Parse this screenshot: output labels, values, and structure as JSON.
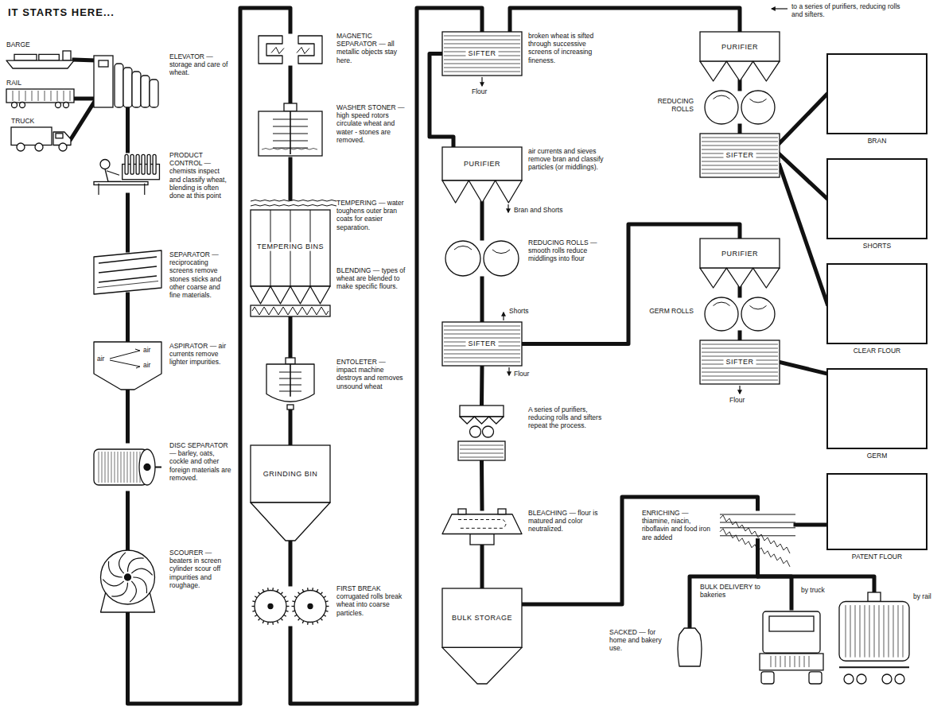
{
  "diagram": {
    "title": "IT STARTS HERE...",
    "nodes": [
      {
        "text": [
          "BARGE"
        ]
      },
      {
        "text": [
          "RAIL"
        ]
      },
      {
        "text": [
          "TRUCK"
        ]
      },
      {
        "text": [
          "ELEVATOR — storage and care of wheat."
        ]
      },
      {
        "text": [
          "PRODUCT CONTROL — chemists inspect and classify wheat, blending is often done at this point"
        ]
      },
      {
        "text": [
          "SEPARATOR — reciprocating screens remove stones sticks and other coarse and fine materials."
        ]
      },
      {
        "text": [
          "ASPIRATOR — air currents remove lighter impurities."
        ]
      },
      {
        "text": [
          "DISC SEPARATOR — barley, oats, cockle and other foreign materials are removed."
        ]
      },
      {
        "text": [
          "SCOURER — beaters in screen cylinder scour off impurities and roughage."
        ]
      },
      {
        "text": [
          "MAGNETIC SEPARATOR — all metallic objects stay here."
        ]
      },
      {
        "text": [
          "WASHER STONER — high speed rotors circulate wheat and water - stones are removed."
        ]
      },
      {
        "text": [
          "TEMPERING BINS",
          "TEMPERING — water toughens outer bran coats for easier separation.",
          "BLENDING — types of wheat are blended to make specific flours."
        ]
      },
      {
        "text": [
          "ENTOLETER — impact machine destroys and removes unsound wheat"
        ]
      },
      {
        "text": [
          "GRINDING BIN"
        ]
      },
      {
        "text": [
          "FIRST BREAK corrugated rolls break wheat into coarse particles."
        ]
      },
      {
        "text": [
          "SIFTER",
          "broken wheat is sifted through successive screens of increasing fineness."
        ]
      },
      {
        "text": [
          "PURIFIER",
          "air currents and sieves remove bran and classify particles (or middlings)."
        ]
      },
      {
        "text": [
          "REDUCING ROLLS — smooth rolls reduce middlings into flour"
        ]
      },
      {
        "text": [
          "SIFTER"
        ]
      },
      {
        "text": [
          "A series of purifiers, reducing rolls and sifters repeat the process."
        ]
      },
      {
        "text": [
          "BLEACHING — flour is matured and color neutralized."
        ]
      },
      {
        "text": [
          "BULK STORAGE"
        ]
      },
      {
        "text": [
          "PURIFIER"
        ]
      },
      {
        "text": [
          "REDUCING ROLLS"
        ]
      },
      {
        "text": [
          "SIFTER"
        ]
      },
      {
        "text": [
          "PURIFIER"
        ]
      },
      {
        "text": [
          "GERM ROLLS"
        ]
      },
      {
        "text": [
          "SIFTER"
        ]
      },
      {
        "text": [
          "ENRICHING — thiamine, niacin, riboflavin and food iron are added"
        ]
      },
      {
        "text": [
          "SACKED — for home and bakery use."
        ]
      },
      {
        "text": [
          "by truck"
        ]
      },
      {
        "text": [
          "by rail"
        ]
      },
      {
        "text": [
          "BRAN"
        ]
      },
      {
        "text": [
          "SHORTS"
        ]
      },
      {
        "text": [
          "CLEAR FLOUR"
        ]
      },
      {
        "text": [
          "GERM"
        ]
      },
      {
        "text": [
          "PATENT FLOUR"
        ]
      }
    ],
    "edges": [
      {
        "from": 0,
        "to": 3,
        "arrow": "none"
      },
      {
        "from": 1,
        "to": 3,
        "arrow": "none"
      },
      {
        "from": 2,
        "to": 3,
        "arrow": "none"
      },
      {
        "from": 3,
        "to": 4,
        "arrow": "none"
      },
      {
        "from": 4,
        "to": 5,
        "arrow": "none"
      },
      {
        "from": 5,
        "to": 6,
        "arrow": "none"
      },
      {
        "from": 6,
        "to": 7,
        "arrow": "none"
      },
      {
        "from": 7,
        "to": 8,
        "arrow": "none"
      },
      {
        "from": 8,
        "to": 9,
        "arrow": "none"
      },
      {
        "from": 9,
        "to": 10,
        "arrow": "none"
      },
      {
        "from": 10,
        "to": 11,
        "arrow": "none"
      },
      {
        "from": 11,
        "to": 12,
        "arrow": "none"
      },
      {
        "from": 12,
        "to": 13,
        "arrow": "none"
      },
      {
        "from": 13,
        "to": 14,
        "arrow": "none"
      },
      {
        "from": 14,
        "to": 15,
        "arrow": "none"
      },
      {
        "from": 15,
        "to": 16,
        "arrow": "none"
      },
      {
        "from": 16,
        "to": 17,
        "arrow": "none"
      },
      {
        "from": 17,
        "to": 18,
        "arrow": "none"
      },
      {
        "from": 18,
        "to": 19,
        "arrow": "none"
      },
      {
        "from": 19,
        "to": 20,
        "arrow": "none"
      },
      {
        "from": 20,
        "to": 21,
        "arrow": "none"
      },
      {
        "from": 15,
        "to": 22,
        "arrow": "none"
      },
      {
        "from": 22,
        "to": 23,
        "arrow": "none"
      },
      {
        "from": 23,
        "to": 24,
        "arrow": "none"
      },
      {
        "from": 24,
        "to": 32,
        "arrow": "none"
      },
      {
        "from": 24,
        "to": 33,
        "arrow": "none"
      },
      {
        "from": 24,
        "to": 34,
        "arrow": "none"
      },
      {
        "from": 18,
        "to": 25,
        "arrow": "none"
      },
      {
        "from": 25,
        "to": 26,
        "arrow": "none"
      },
      {
        "from": 26,
        "to": 27,
        "arrow": "none"
      },
      {
        "from": 27,
        "to": 35,
        "arrow": "none"
      },
      {
        "from": 21,
        "to": 28,
        "arrow": "none"
      },
      {
        "from": 28,
        "to": 36,
        "arrow": "none"
      },
      {
        "from": 28,
        "to": 29,
        "arrow": "none"
      },
      {
        "from": 28,
        "to": 30,
        "arrow": "none"
      },
      {
        "from": 28,
        "to": 31,
        "arrow": "none"
      }
    ],
    "labels": [
      "air",
      "air",
      "air",
      "Flour",
      "Bran and Shorts",
      "Shorts",
      "Flour",
      "to a series of purifiers, reducing rolls and sifters.",
      "Flour",
      "BULK DELIVERY to bakeries"
    ]
  }
}
